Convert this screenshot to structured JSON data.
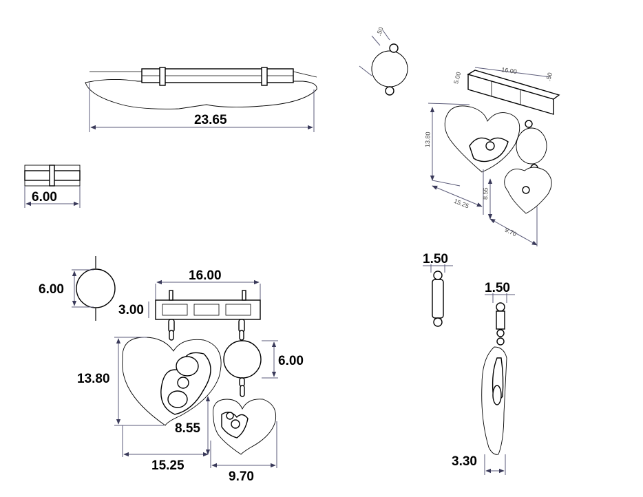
{
  "dimensions": {
    "top_length": "23.65",
    "end_width": "6.00",
    "iso_width": ".50",
    "iso_bar": "16.00",
    "iso_bar_h": "5.00",
    "iso_small": ".50",
    "iso_height": "13.80",
    "iso_width_total": "15.25",
    "iso_small_h": "8.55",
    "iso_small_w": "9.70",
    "front_disc": "6.00",
    "front_bar": "16.00",
    "front_bar_h": "3.00",
    "front_height": "13.80",
    "front_right_disc": "6.00",
    "front_small_h": "8.55",
    "front_width": "15.25",
    "front_small_w": "9.70",
    "link_width": "1.50",
    "side_width": "1.50",
    "side_depth": "3.30"
  }
}
